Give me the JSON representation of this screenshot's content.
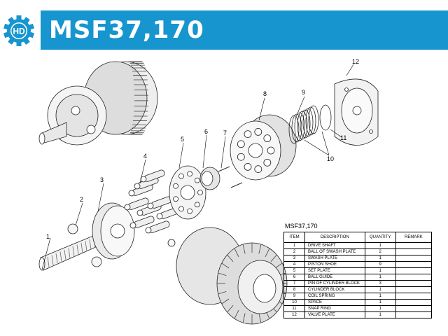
{
  "header": {
    "title": "MSF37,170",
    "logo_text": "HD"
  },
  "callouts": [
    "1",
    "2",
    "3",
    "4",
    "5",
    "6",
    "7",
    "8",
    "9",
    "10",
    "11",
    "12"
  ],
  "parts_table": {
    "title": "MSF37,170",
    "columns": [
      "ITEM",
      "DESCRIPTION",
      "QUANTITY",
      "REMARK"
    ],
    "rows": [
      {
        "item": "1",
        "description": "DRIVE SHAFT",
        "quantity": "1",
        "remark": ""
      },
      {
        "item": "2",
        "description": "BALL OF SWASH PLATE",
        "quantity": "2",
        "remark": ""
      },
      {
        "item": "3",
        "description": "SWASH PLATE",
        "quantity": "1",
        "remark": ""
      },
      {
        "item": "4",
        "description": "PISTON SHOE",
        "quantity": "9",
        "remark": ""
      },
      {
        "item": "5",
        "description": "SET PLATE",
        "quantity": "1",
        "remark": ""
      },
      {
        "item": "6",
        "description": "BALL GUIDE",
        "quantity": "1",
        "remark": ""
      },
      {
        "item": "7",
        "description": "PIN OF CYLINDER BLOCK",
        "quantity": "3",
        "remark": ""
      },
      {
        "item": "8",
        "description": "CYLINDER BLOCK",
        "quantity": "1",
        "remark": ""
      },
      {
        "item": "9",
        "description": "COIL SPRING",
        "quantity": "1",
        "remark": ""
      },
      {
        "item": "10",
        "description": "SPACE",
        "quantity": "1",
        "remark": ""
      },
      {
        "item": "11",
        "description": "SNAP RING",
        "quantity": "1",
        "remark": ""
      },
      {
        "item": "12",
        "description": "VALVE PLATE",
        "quantity": "1",
        "remark": ""
      }
    ]
  }
}
